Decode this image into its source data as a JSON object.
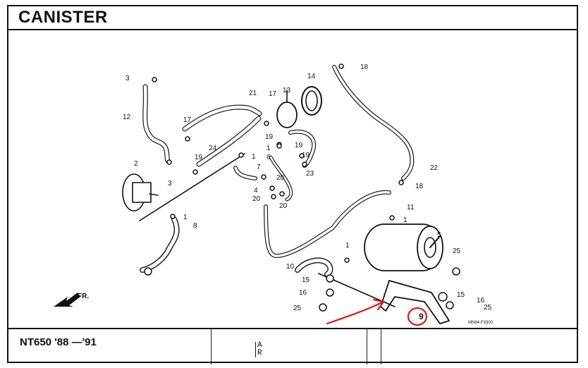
{
  "header": {
    "title": "CANISTER"
  },
  "footer": {
    "model": "NT650 '88 —'91",
    "tab": [
      "A",
      "R"
    ]
  },
  "diagram": {
    "part_numbers": [
      "1",
      "2",
      "3",
      "4",
      "5",
      "6",
      "7",
      "8",
      "9",
      "10",
      "11",
      "12",
      "13",
      "14",
      "15",
      "16",
      "17",
      "18",
      "19",
      "20",
      "21",
      "22",
      "23",
      "24",
      "25"
    ],
    "front_label": "FR.",
    "ref_code": "MN84-F3300",
    "highlighted_part": "9",
    "annotation_color": "#e0161b"
  }
}
